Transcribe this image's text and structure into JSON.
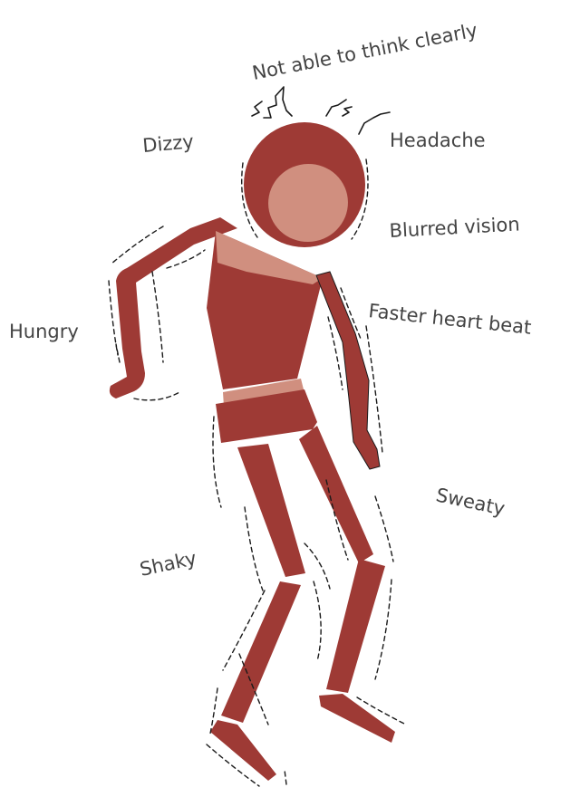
{
  "figure": {
    "colors": {
      "body": "#9e3a35",
      "skin": "#d08f7f",
      "outline": "#1a1a1a",
      "text": "#444444"
    },
    "labels": {
      "not_think": "Not able to think clearly",
      "dizzy": "Dizzy",
      "headache": "Headache",
      "blurred": "Blurred vision",
      "hungry": "Hungry",
      "heart": "Faster heart beat",
      "sweaty": "Sweaty",
      "shaky": "Shaky"
    }
  }
}
